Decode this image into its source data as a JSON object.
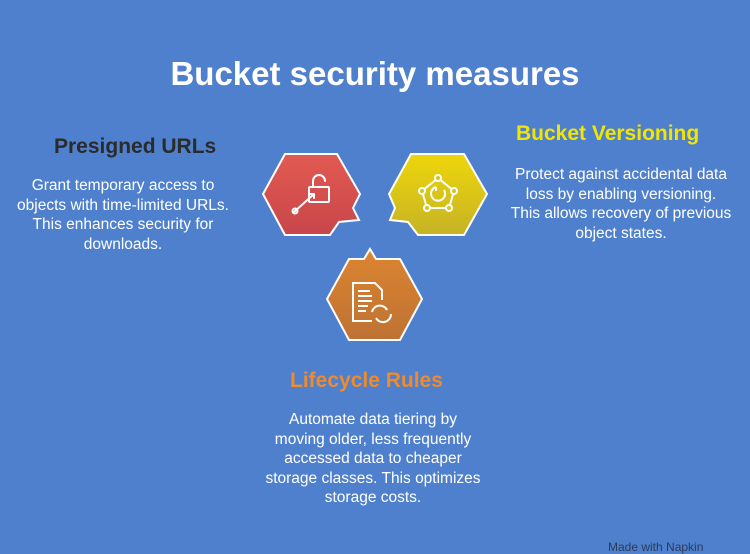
{
  "title": "Bucket security measures",
  "sections": [
    {
      "heading": "Presigned URLs",
      "description": "Grant temporary access to objects with time-limited URLs. This enhances security for downloads.",
      "color": "#2b2b2b",
      "icon": "lock-key-icon"
    },
    {
      "heading": "Bucket Versioning",
      "description": "Protect against accidental data loss by enabling versioning. This allows recovery of previous object states.",
      "color": "#f2e600",
      "icon": "versioning-network-icon"
    },
    {
      "heading": "Lifecycle Rules",
      "description": "Automate data tiering by moving older, less frequently accessed data to cheaper storage classes. This optimizes storage costs.",
      "color": "#f08a2a",
      "icon": "document-refresh-icon"
    }
  ],
  "watermark": "Made with Napkin"
}
